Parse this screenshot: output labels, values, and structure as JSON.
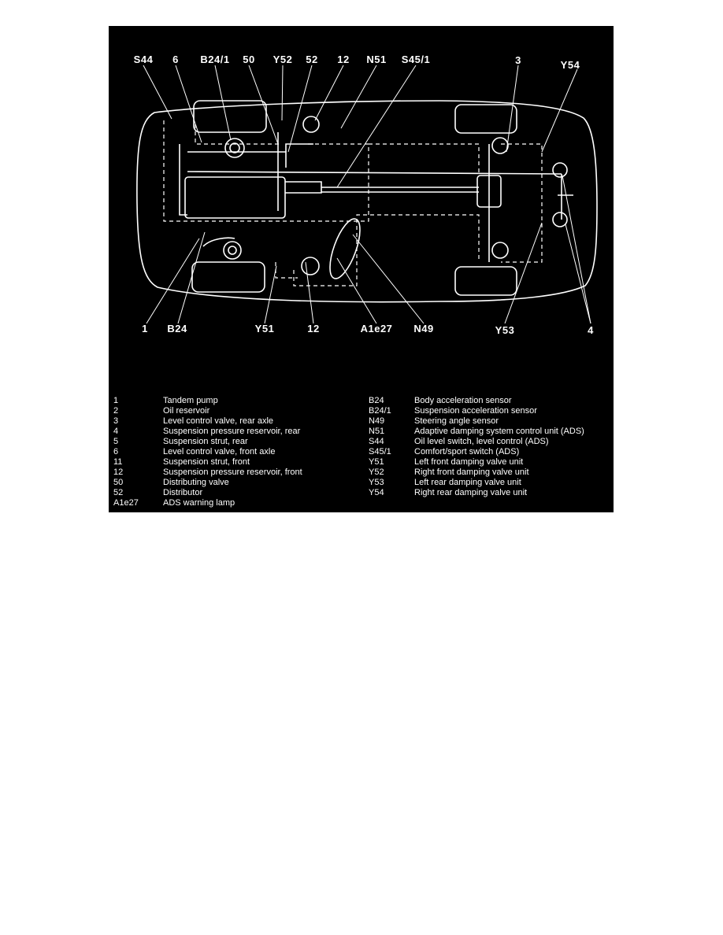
{
  "callouts": {
    "s44": "S44",
    "six": "6",
    "b24_1": "B24/1",
    "fifty": "50",
    "y52": "Y52",
    "fifty_two": "52",
    "twelve_top": "12",
    "n51": "N51",
    "s45_1": "S45/1",
    "three": "3",
    "y54": "Y54",
    "one": "1",
    "b24": "B24",
    "y51": "Y51",
    "twelve_bottom": "12",
    "a1e27": "A1e27",
    "n49": "N49",
    "y53": "Y53",
    "four": "4"
  },
  "legend_left": [
    {
      "code": "1",
      "desc": "Tandem pump"
    },
    {
      "code": "2",
      "desc": "Oil reservoir"
    },
    {
      "code": "3",
      "desc": "Level control valve, rear axle"
    },
    {
      "code": "4",
      "desc": "Suspension pressure reservoir, rear"
    },
    {
      "code": "5",
      "desc": "Suspension strut, rear"
    },
    {
      "code": "6",
      "desc": "Level control valve, front axle"
    },
    {
      "code": "11",
      "desc": "Suspension strut, front"
    },
    {
      "code": "12",
      "desc": "Suspension pressure reservoir, front"
    },
    {
      "code": "50",
      "desc": "Distributing valve"
    },
    {
      "code": "52",
      "desc": "Distributor"
    },
    {
      "code": "A1e27",
      "desc": "ADS warning lamp"
    }
  ],
  "legend_right": [
    {
      "code": "B24",
      "desc": "Body acceleration sensor"
    },
    {
      "code": "B24/1",
      "desc": "Suspension acceleration sensor"
    },
    {
      "code": "N49",
      "desc": "Steering angle sensor"
    },
    {
      "code": "N51",
      "desc": "Adaptive damping system control unit (ADS)"
    },
    {
      "code": "S44",
      "desc": "Oil level switch, level control (ADS)"
    },
    {
      "code": "S45/1",
      "desc": "Comfort/sport switch (ADS)"
    },
    {
      "code": "Y51",
      "desc": "Left front damping valve unit"
    },
    {
      "code": "Y52",
      "desc": "Right front damping valve unit"
    },
    {
      "code": "Y53",
      "desc": "Left rear damping valve unit"
    },
    {
      "code": "Y54",
      "desc": "Right rear damping valve unit"
    }
  ]
}
